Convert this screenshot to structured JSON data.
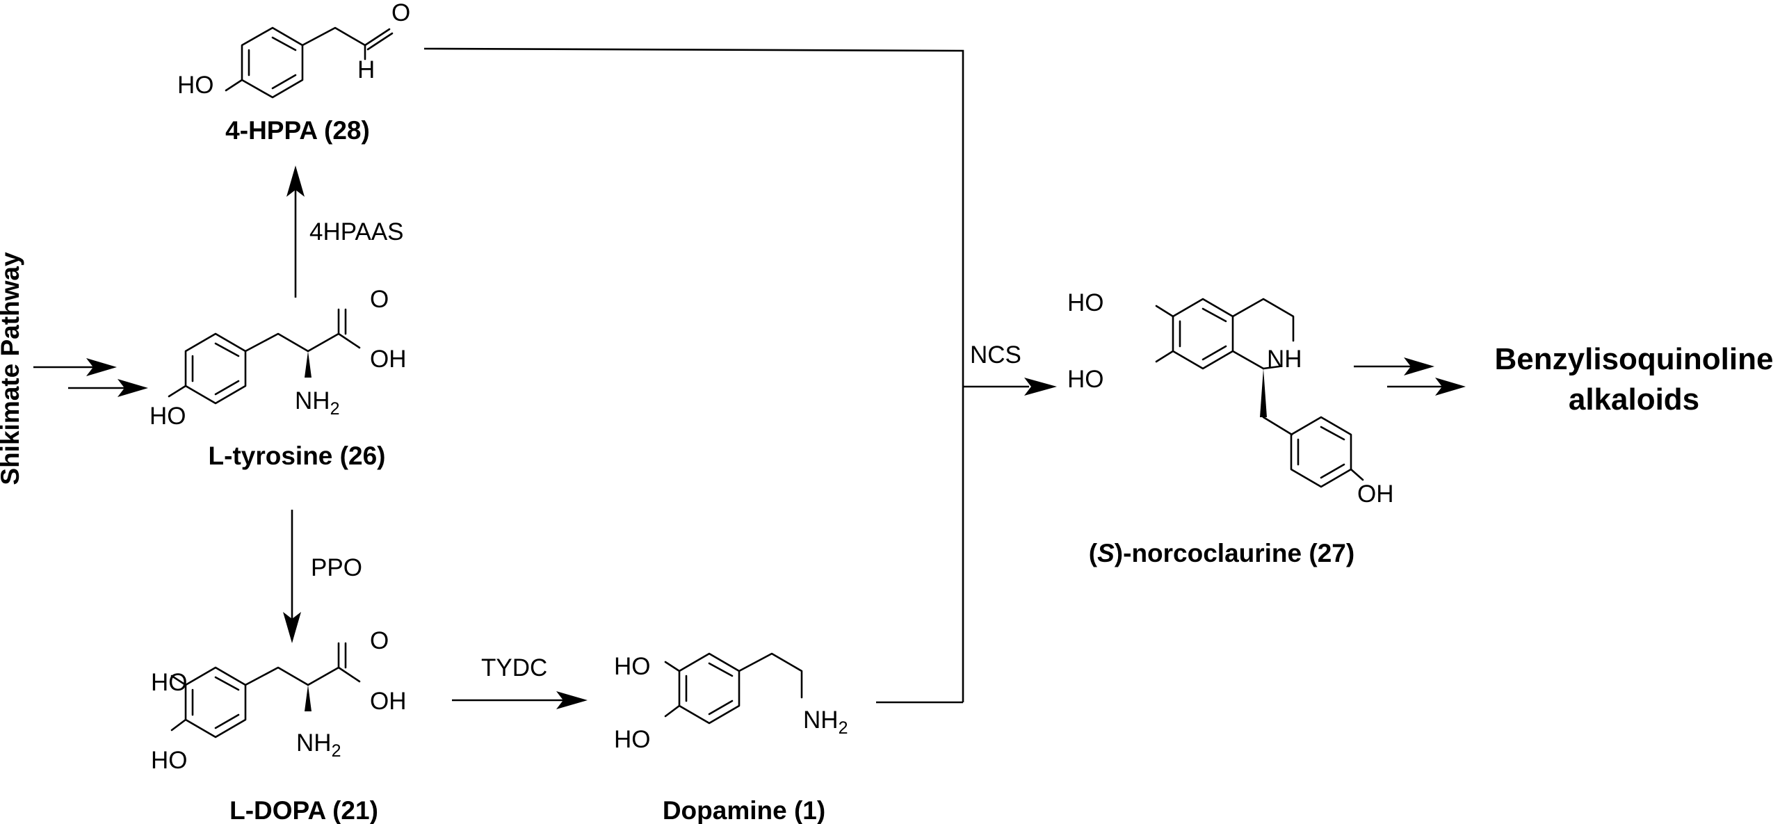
{
  "side_label": "Shikimate Pathway",
  "product": {
    "line1": "Benzylisoquinoline",
    "line2": "alkaloids"
  },
  "enzymes": {
    "hppas": "4HPAAS",
    "ppo": "PPO",
    "tydc": "TYDC",
    "ncs": "NCS"
  },
  "compounds": {
    "hppa": {
      "name": "4-HPPA (28)",
      "atoms": {
        "oh": "HO",
        "o": "O",
        "h": "H"
      }
    },
    "tyrosine": {
      "name": "L-tyrosine (26)",
      "atoms": {
        "ho": "HO",
        "o": "O",
        "oh": "OH",
        "nh": "NH",
        "sub": "2"
      }
    },
    "dopa": {
      "name": "L-DOPA (21)",
      "atoms": {
        "ho1": "HO",
        "ho2": "HO",
        "o": "O",
        "oh": "OH",
        "nh": "NH",
        "sub": "2"
      }
    },
    "dopamine": {
      "name": "Dopamine (1)",
      "atoms": {
        "ho1": "HO",
        "ho2": "HO",
        "nh": "NH",
        "sub": "2"
      }
    },
    "norcoclaurine": {
      "name_open": "(",
      "name_italic": "S",
      "name_rest": ")-norcoclaurine (27)",
      "atoms": {
        "ho1": "HO",
        "ho2": "HO",
        "nh": "NH",
        "oh": "OH"
      }
    }
  }
}
